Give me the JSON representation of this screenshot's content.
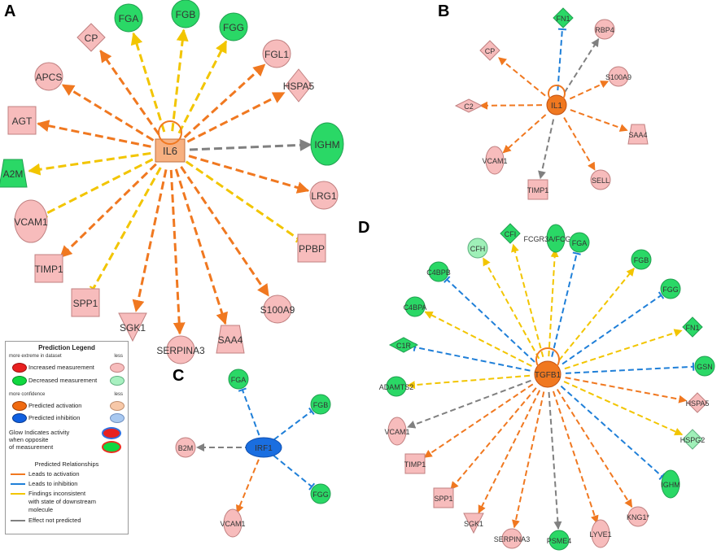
{
  "colors": {
    "activation": "#f07820",
    "inhibition": "#1f7fd8",
    "inconsistent": "#f2c500",
    "not_predicted": "#808080",
    "increased_strong": "#f07a7a",
    "increased_light": "#f7bcbc",
    "decreased_strong": "#2ad866",
    "decreased_light": "#9ff0b8",
    "pred_activation": "#f07820",
    "pred_inhibition": "#1f6fd8"
  },
  "panels": [
    {
      "label": "A",
      "center": {
        "label": "IL6",
        "shape": "square-orange"
      },
      "nodes": [
        {
          "label": "FGA",
          "shape": "ellipse",
          "color": "green",
          "edge": "inconsistent"
        },
        {
          "label": "FGB",
          "shape": "ellipse",
          "color": "green",
          "edge": "inconsistent"
        },
        {
          "label": "FGG",
          "shape": "ellipse",
          "color": "green",
          "edge": "inconsistent"
        },
        {
          "label": "FGL1",
          "shape": "ellipse",
          "color": "pink",
          "edge": "activation"
        },
        {
          "label": "HSPA5",
          "shape": "diamond",
          "color": "pink",
          "edge": "activation"
        },
        {
          "label": "IGHM",
          "shape": "ellipse",
          "color": "green",
          "edge": "not_predicted"
        },
        {
          "label": "LRG1",
          "shape": "ellipse",
          "color": "pink",
          "edge": "activation"
        },
        {
          "label": "PPBP",
          "shape": "square",
          "color": "pink",
          "edge": "inconsistent"
        },
        {
          "label": "S100A9",
          "shape": "ellipse",
          "color": "pink",
          "edge": "activation"
        },
        {
          "label": "SAA4",
          "shape": "trapezoid",
          "color": "pink",
          "edge": "activation"
        },
        {
          "label": "SERPINA3",
          "shape": "ellipse",
          "color": "pink",
          "edge": "activation"
        },
        {
          "label": "SGK1",
          "shape": "triangle",
          "color": "pink",
          "edge": "activation"
        },
        {
          "label": "SPP1",
          "shape": "square",
          "color": "pink",
          "edge": "inconsistent"
        },
        {
          "label": "TIMP1",
          "shape": "square",
          "color": "pink",
          "edge": "activation"
        },
        {
          "label": "VCAM1",
          "shape": "ellipse",
          "color": "pink",
          "edge": "inconsistent"
        },
        {
          "label": "A2M",
          "shape": "trapezoid",
          "color": "green",
          "edge": "inconsistent"
        },
        {
          "label": "AGT",
          "shape": "square",
          "color": "pink",
          "edge": "activation"
        },
        {
          "label": "APCS",
          "shape": "ellipse",
          "color": "pink",
          "edge": "activation"
        },
        {
          "label": "CP",
          "shape": "diamond",
          "color": "pink",
          "edge": "activation"
        }
      ]
    },
    {
      "label": "B",
      "center": {
        "label": "IL1",
        "shape": "circle-orange"
      },
      "nodes": [
        {
          "label": "FN1",
          "shape": "diamond",
          "color": "green",
          "edge": "inhibition"
        },
        {
          "label": "RBP4",
          "shape": "ellipse",
          "color": "pink",
          "edge": "not_predicted"
        },
        {
          "label": "S100A9",
          "shape": "ellipse",
          "color": "pink",
          "edge": "activation"
        },
        {
          "label": "SAA4",
          "shape": "trapezoid",
          "color": "pink",
          "edge": "activation"
        },
        {
          "label": "SELL",
          "shape": "ellipse",
          "color": "pink",
          "edge": "activation"
        },
        {
          "label": "TIMP1",
          "shape": "square",
          "color": "pink",
          "edge": "not_predicted"
        },
        {
          "label": "VCAM1",
          "shape": "ellipse",
          "color": "pink",
          "edge": "activation"
        },
        {
          "label": "C2",
          "shape": "diamond",
          "color": "pink",
          "edge": "activation"
        },
        {
          "label": "CP",
          "shape": "diamond",
          "color": "pink",
          "edge": "activation"
        }
      ]
    },
    {
      "label": "C",
      "center": {
        "label": "IRF1",
        "shape": "ellipse-blue"
      },
      "nodes": [
        {
          "label": "FGA",
          "shape": "ellipse",
          "color": "green",
          "edge": "inhibition"
        },
        {
          "label": "FGB",
          "shape": "ellipse",
          "color": "green",
          "edge": "inhibition"
        },
        {
          "label": "FGG",
          "shape": "ellipse",
          "color": "green",
          "edge": "inhibition"
        },
        {
          "label": "VCAM1",
          "shape": "ellipse",
          "color": "pink",
          "edge": "activation"
        },
        {
          "label": "B2M",
          "shape": "ellipse",
          "color": "pink",
          "edge": "not_predicted"
        }
      ]
    },
    {
      "label": "D",
      "center": {
        "label": "TGFB1",
        "shape": "circle-orange"
      },
      "nodes": [
        {
          "label": "FCGR3A/FCGR3B*",
          "shape": "ellipse",
          "color": "green",
          "edge": "inconsistent"
        },
        {
          "label": "FGA",
          "shape": "ellipse",
          "color": "green",
          "edge": "inhibition"
        },
        {
          "label": "FGB",
          "shape": "ellipse",
          "color": "green",
          "edge": "inconsistent"
        },
        {
          "label": "FGG",
          "shape": "ellipse",
          "color": "green",
          "edge": "inhibition"
        },
        {
          "label": "FN1",
          "shape": "diamond",
          "color": "green",
          "edge": "inconsistent"
        },
        {
          "label": "GSN",
          "shape": "ellipse",
          "color": "green",
          "edge": "inhibition"
        },
        {
          "label": "HSPA5",
          "shape": "diamond",
          "color": "pink",
          "edge": "activation"
        },
        {
          "label": "HSPG2",
          "shape": "diamond",
          "color": "lightgreen",
          "edge": "inconsistent"
        },
        {
          "label": "IGHM",
          "shape": "ellipse",
          "color": "green",
          "edge": "inhibition"
        },
        {
          "label": "KNG1*",
          "shape": "ellipse",
          "color": "pink",
          "edge": "activation"
        },
        {
          "label": "LYVE1",
          "shape": "ellipse",
          "color": "pink",
          "edge": "activation"
        },
        {
          "label": "PSME4",
          "shape": "ellipse",
          "color": "green",
          "edge": "not_predicted"
        },
        {
          "label": "SERPINA3",
          "shape": "ellipse",
          "color": "pink",
          "edge": "activation"
        },
        {
          "label": "SGK1",
          "shape": "triangle",
          "color": "pink",
          "edge": "activation"
        },
        {
          "label": "SPP1",
          "shape": "square",
          "color": "pink",
          "edge": "activation"
        },
        {
          "label": "TIMP1",
          "shape": "square",
          "color": "pink",
          "edge": "activation"
        },
        {
          "label": "VCAM1",
          "shape": "ellipse",
          "color": "pink",
          "edge": "not_predicted"
        },
        {
          "label": "ADAMTS2",
          "shape": "ellipse",
          "color": "green",
          "edge": "inconsistent"
        },
        {
          "label": "C1R",
          "shape": "diamond",
          "color": "green",
          "edge": "inhibition"
        },
        {
          "label": "C4BPA",
          "shape": "ellipse",
          "color": "green",
          "edge": "inconsistent"
        },
        {
          "label": "C4BPB",
          "shape": "ellipse",
          "color": "green",
          "edge": "inhibition"
        },
        {
          "label": "CFH",
          "shape": "ellipse",
          "color": "lightgreen",
          "edge": "inconsistent"
        },
        {
          "label": "CFI",
          "shape": "diamond",
          "color": "green",
          "edge": "inconsistent"
        }
      ]
    }
  ],
  "legend": {
    "title": "Prediction Legend",
    "more_extreme": "more extreme in dataset",
    "less_1": "less",
    "increased": "Increased measurement",
    "decreased": "Decreased measurement",
    "more_confidence": "more confidence",
    "less_2": "less",
    "pred_activation": "Predicted activation",
    "pred_inhibition": "Predicted inhibition",
    "glow_1": "Glow Indicates activity",
    "glow_2": "when opposite",
    "glow_3": "of measurement",
    "relationships_title": "Predicted Relationships",
    "leads_activation": "Leads to activation",
    "leads_inhibition": "Leads to inhibition",
    "findings_1": "Findings inconsistent",
    "findings_2": "with state of downstream",
    "findings_3": "molecule",
    "not_predicted": "Effect not predicted"
  }
}
